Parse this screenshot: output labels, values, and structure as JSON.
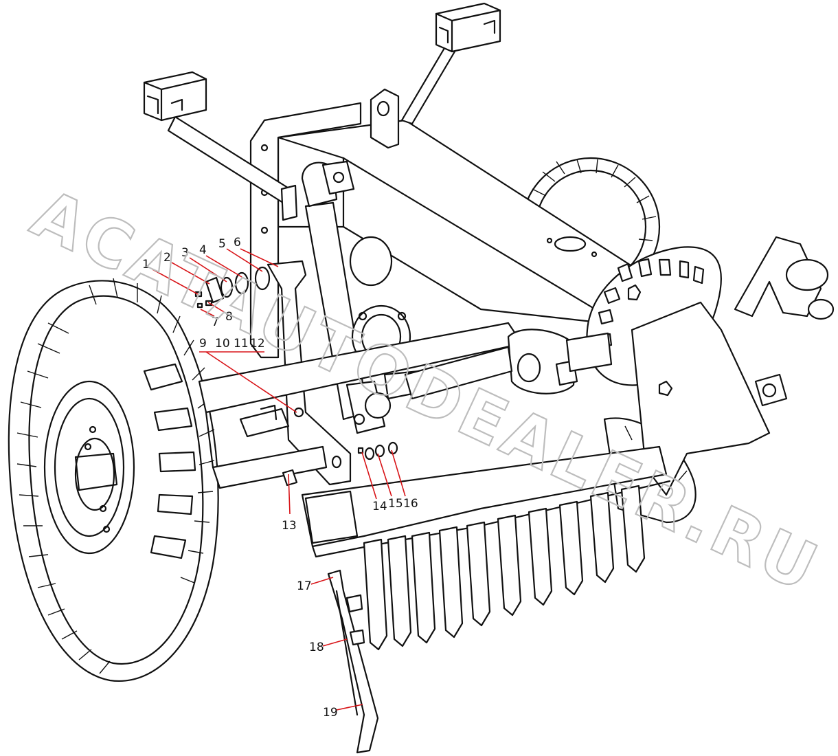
{
  "watermark": {
    "text": "ACATAUTODEALER.RU"
  },
  "callouts": [
    {
      "id": "c1",
      "text": "1"
    },
    {
      "id": "c2",
      "text": "2"
    },
    {
      "id": "c3",
      "text": "3"
    },
    {
      "id": "c4",
      "text": "4"
    },
    {
      "id": "c5",
      "text": "5"
    },
    {
      "id": "c6",
      "text": "6"
    },
    {
      "id": "c7",
      "text": "7"
    },
    {
      "id": "c8",
      "text": "8"
    },
    {
      "id": "c9",
      "text": "9"
    },
    {
      "id": "c10",
      "text": "10"
    },
    {
      "id": "c11",
      "text": "11"
    },
    {
      "id": "c12",
      "text": "12"
    },
    {
      "id": "c13",
      "text": "13"
    },
    {
      "id": "c14",
      "text": "14"
    },
    {
      "id": "c15",
      "text": "15"
    },
    {
      "id": "c16",
      "text": "16"
    },
    {
      "id": "c17",
      "text": "17"
    },
    {
      "id": "c18",
      "text": "18"
    },
    {
      "id": "c19",
      "text": "19"
    }
  ],
  "colors": {
    "line": "#111111",
    "leader": "#d81418",
    "watermark": "#bdbdbd",
    "background": "#ffffff"
  }
}
